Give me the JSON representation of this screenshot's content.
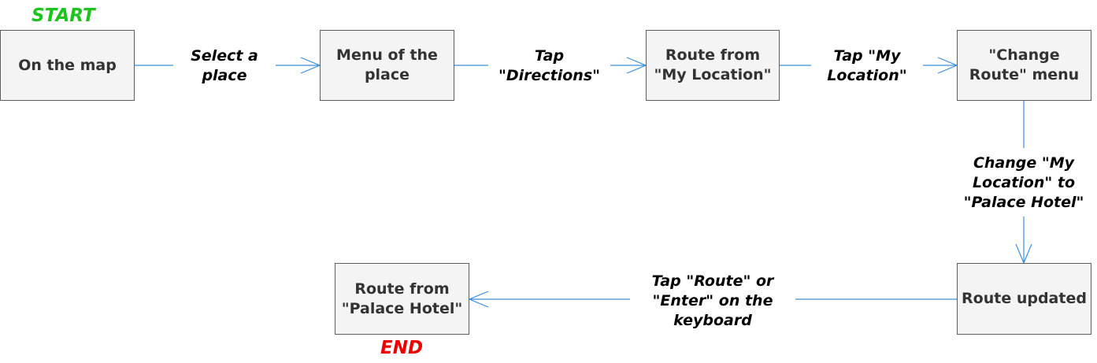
{
  "colors": {
    "start": "#1ec41e",
    "end": "#ee0000",
    "edge": "#3a8fd8",
    "box_fill": "#f4f4f4",
    "box_border": "#5e5e5e"
  },
  "start_label": "START",
  "end_label": "END",
  "nodes": {
    "on_map": "On the map",
    "place_menu": "Menu of the\nplace",
    "route_my_location": "Route from\n\"My Location\"",
    "change_route_menu": "\"Change\nRoute\" menu",
    "route_updated": "Route updated",
    "route_palace_hotel": "Route from\n\"Palace Hotel\""
  },
  "edges": {
    "select_place": "Select a\nplace",
    "tap_directions": "Tap\n\"Directions\"",
    "tap_my_location": "Tap \"My\nLocation\"",
    "change_location": "Change \"My\nLocation\" to\n\"Palace Hotel\"",
    "tap_route": "Tap \"Route\" or\n\"Enter\" on the\nkeyboard"
  }
}
